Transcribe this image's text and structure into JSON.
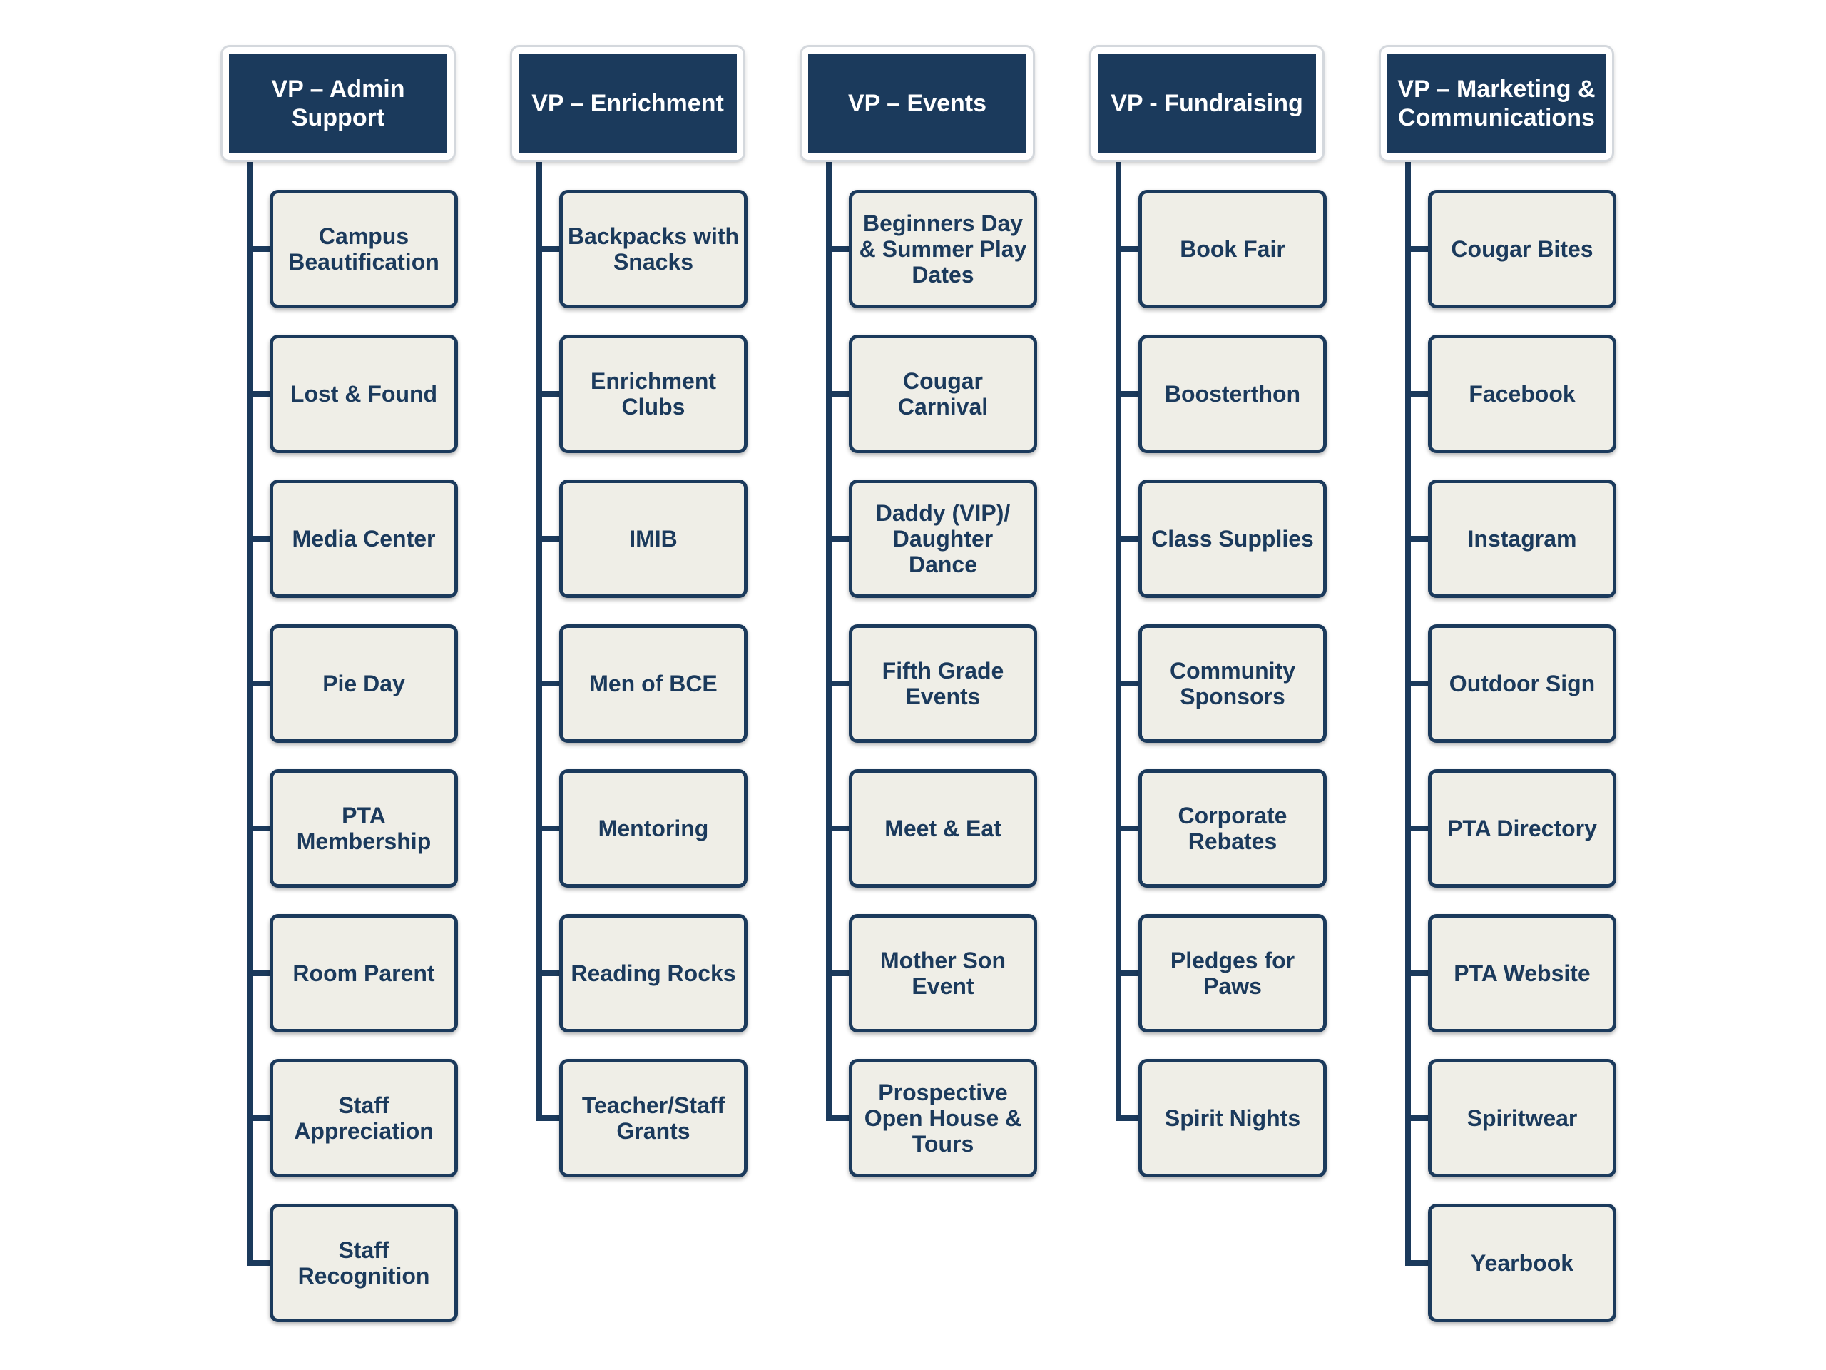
{
  "colors": {
    "header_fill": "#1b3a5c",
    "header_text": "#ffffff",
    "item_fill": "#efeee7",
    "item_border": "#1b3a5c",
    "item_text": "#1b3a5c",
    "connector": "#1b3a5c"
  },
  "columns": [
    {
      "title": "VP – Admin\nSupport",
      "items": [
        "Campus\nBeautification",
        "Lost & Found",
        "Media Center",
        "Pie Day",
        "PTA\nMembership",
        "Room Parent",
        "Staff\nAppreciation",
        "Staff\nRecognition"
      ]
    },
    {
      "title": "VP – Enrichment",
      "items": [
        "Backpacks with\nSnacks",
        "Enrichment\nClubs",
        "IMIB",
        "Men of BCE",
        "Mentoring",
        "Reading Rocks",
        "Teacher/Staff\nGrants"
      ]
    },
    {
      "title": "VP – Events",
      "items": [
        "Beginners Day\n& Summer Play\nDates",
        "Cougar\nCarnival",
        "Daddy (VIP)/\nDaughter\nDance",
        "Fifth Grade\nEvents",
        "Meet & Eat",
        "Mother Son\nEvent",
        "Prospective\nOpen House  &\nTours"
      ]
    },
    {
      "title": "VP - Fundraising",
      "items": [
        "Book Fair",
        "Boosterthon",
        "Class Supplies",
        "Community\nSponsors",
        "Corporate\nRebates",
        "Pledges for\nPaws",
        "Spirit Nights"
      ]
    },
    {
      "title": "VP – Marketing &\nCommunications",
      "items": [
        "Cougar Bites",
        "Facebook",
        "Instagram",
        "Outdoor Sign",
        "PTA Directory",
        "PTA Website",
        "Spiritwear",
        "Yearbook"
      ]
    }
  ]
}
